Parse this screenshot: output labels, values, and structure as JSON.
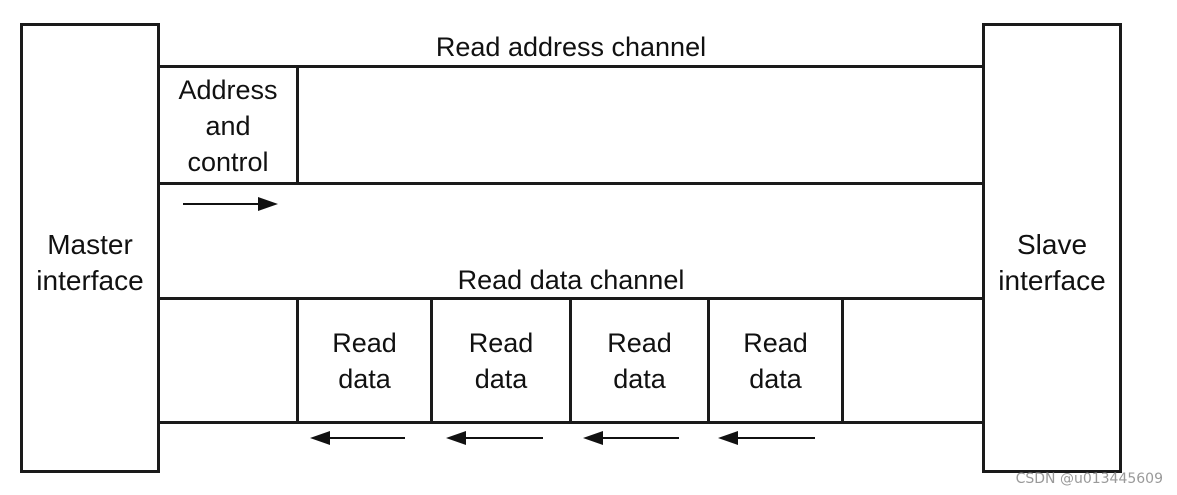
{
  "diagram": {
    "master": {
      "label": "Master\ninterface"
    },
    "slave": {
      "label": "Slave\ninterface"
    },
    "read_address_channel": {
      "title": "Read address channel",
      "cell_label": "Address\nand\ncontrol"
    },
    "read_data_channel": {
      "title": "Read data channel",
      "cell_labels": [
        "Read\ndata",
        "Read\ndata",
        "Read\ndata",
        "Read\ndata"
      ]
    }
  },
  "watermark": "CSDN @u013445609"
}
